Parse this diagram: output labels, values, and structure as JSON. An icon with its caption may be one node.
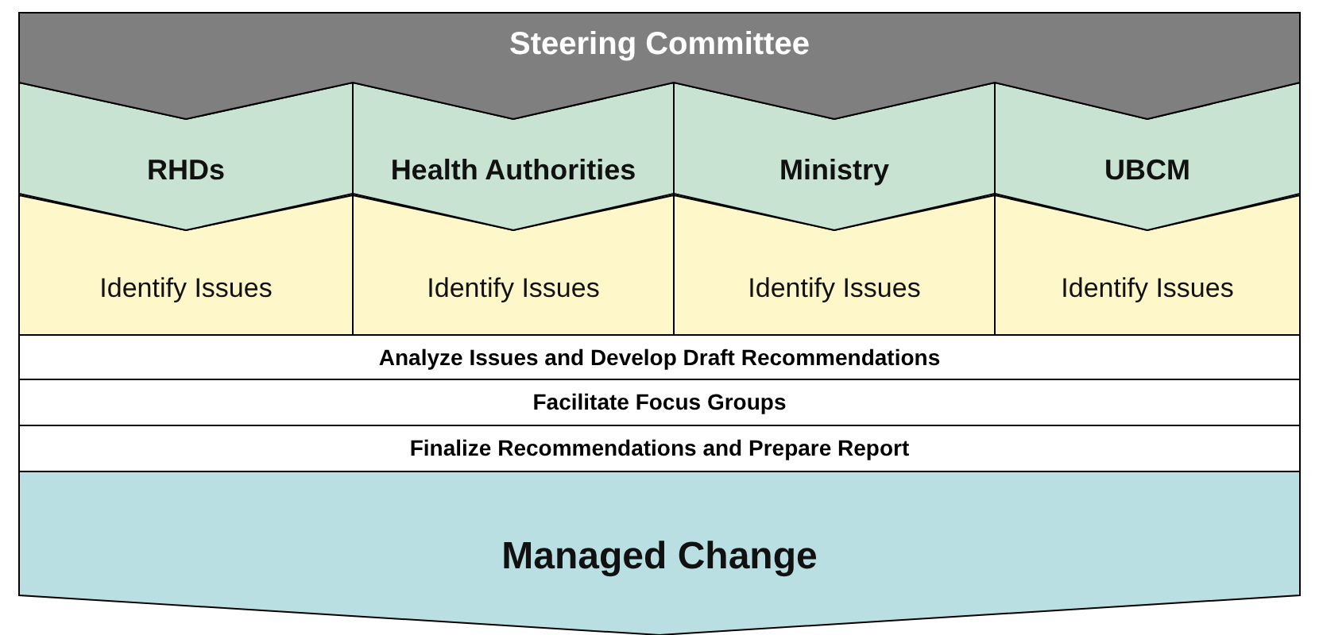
{
  "diagram": {
    "nodes": [
      {
        "text": [
          "Steering Committee"
        ]
      },
      {
        "text": [
          "RHDs"
        ]
      },
      {
        "text": [
          "Health Authorities"
        ]
      },
      {
        "text": [
          "Ministry"
        ]
      },
      {
        "text": [
          "UBCM"
        ]
      },
      {
        "text": [
          "Identify Issues"
        ]
      },
      {
        "text": [
          "Identify Issues"
        ]
      },
      {
        "text": [
          "Identify Issues"
        ]
      },
      {
        "text": [
          "Identify Issues"
        ]
      },
      {
        "text": [
          "Analyze Issues and Develop Draft Recommendations"
        ]
      },
      {
        "text": [
          "Facilitate Focus Groups"
        ]
      },
      {
        "text": [
          "Finalize Recommendations and Prepare Report"
        ]
      },
      {
        "text": [
          "Managed Change"
        ]
      }
    ]
  }
}
